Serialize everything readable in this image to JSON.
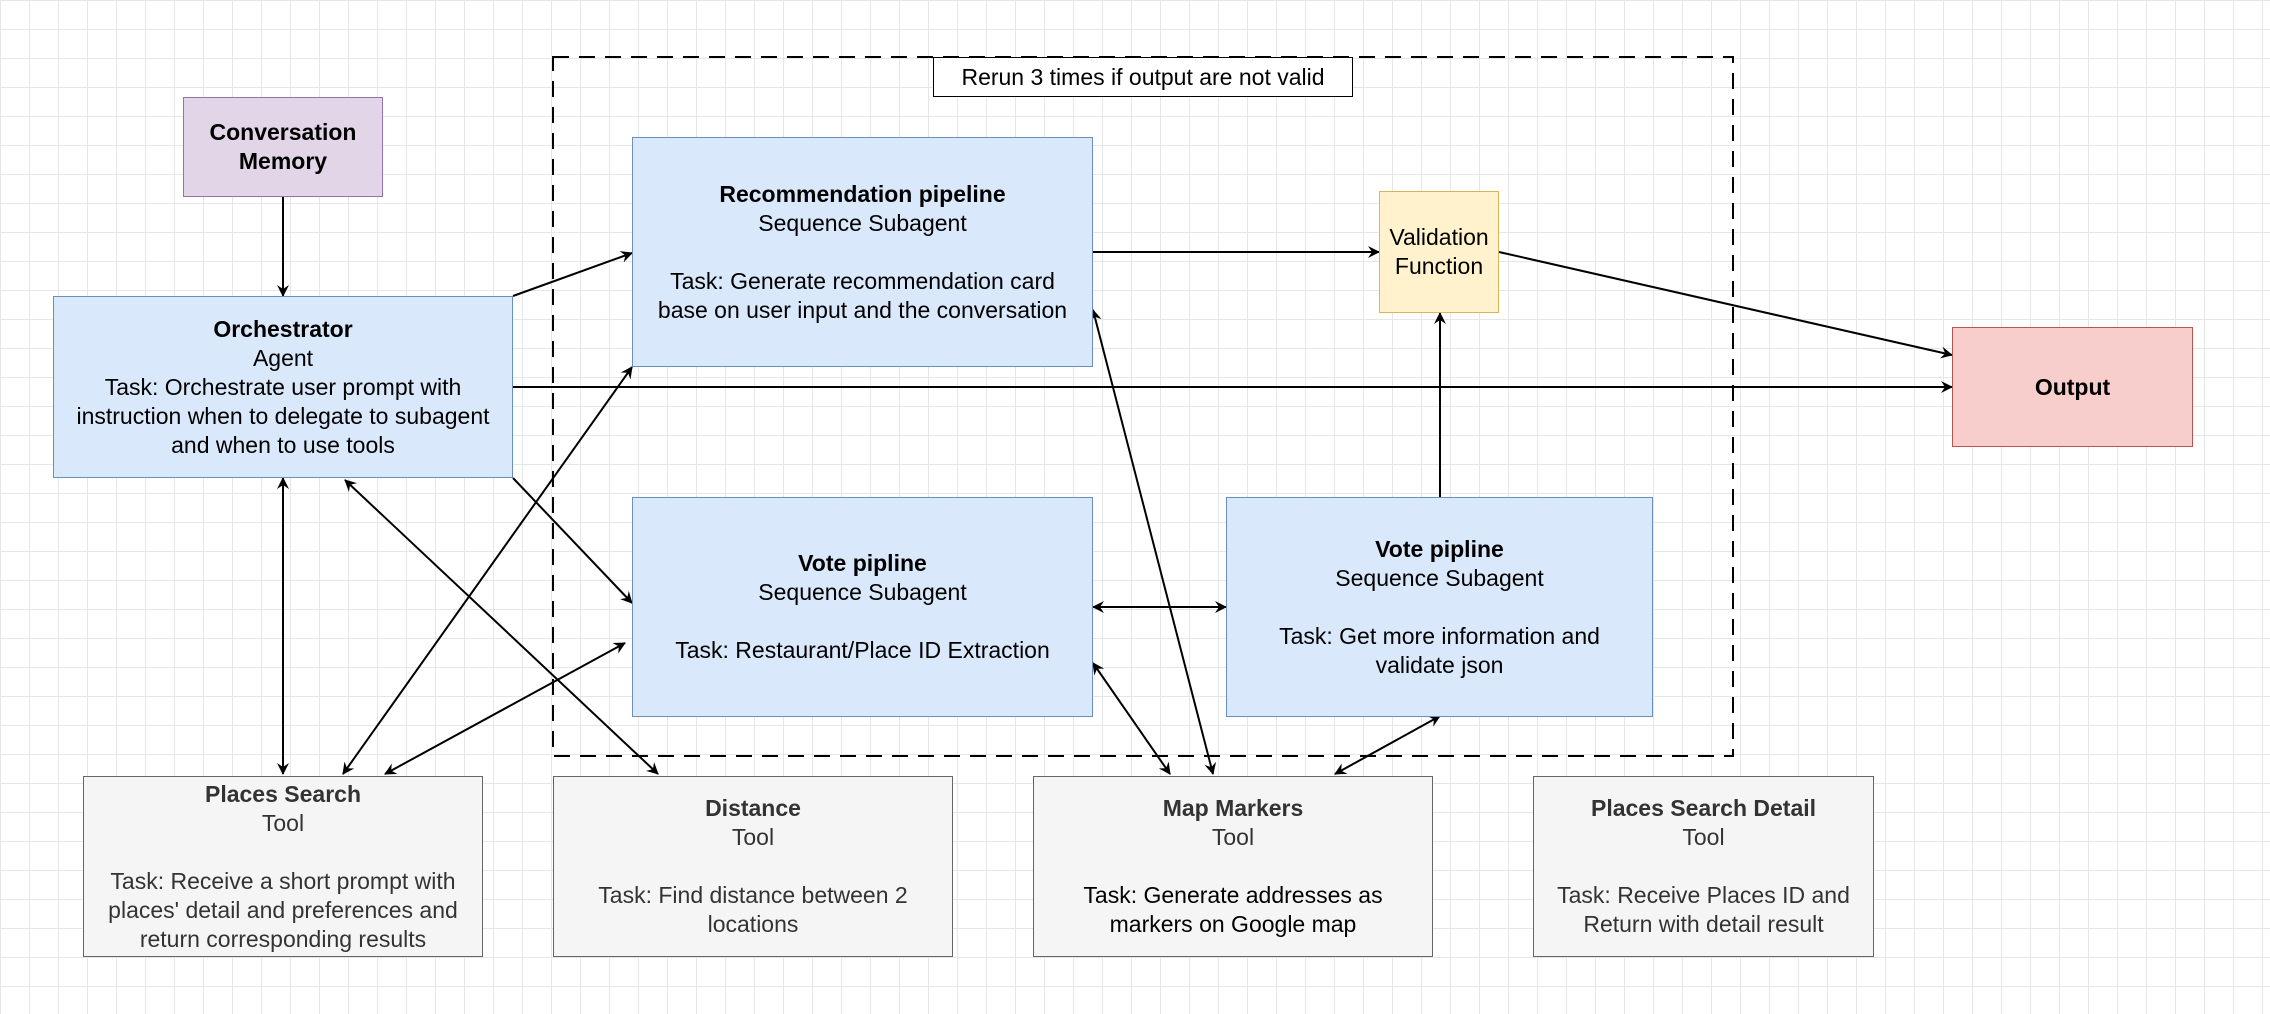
{
  "loop_label": "Rerun 3 times if output are not valid",
  "nodes": {
    "memory": {
      "title": "Conversation Memory"
    },
    "orchestrator": {
      "title": "Orchestrator",
      "kind": "Agent",
      "task": "Task: Orchestrate user prompt with instruction when to delegate to subagent and when to use tools"
    },
    "recommendation": {
      "title": "Recommendation pipeline",
      "kind": "Sequence Subagent",
      "task": "Task: Generate recommendation card base on user input and the conversation"
    },
    "validation": {
      "title": "Validation Function"
    },
    "output": {
      "title": "Output"
    },
    "vote1": {
      "title": "Vote pipline",
      "kind": "Sequence Subagent",
      "task": "Task: Restaurant/Place ID Extraction"
    },
    "vote2": {
      "title": "Vote pipline",
      "kind": "Sequence Subagent",
      "task": "Task: Get more information and validate json"
    },
    "places_search": {
      "title": "Places Search",
      "kind": "Tool",
      "task": "Task: Receive a short prompt with places' detail and preferences and return corresponding results"
    },
    "distance": {
      "title": "Distance",
      "kind": "Tool",
      "task": "Task: Find distance between 2 locations"
    },
    "map_markers": {
      "title": "Map Markers",
      "kind": "Tool",
      "task": "Task: Generate addresses as markers on Google map"
    },
    "places_detail": {
      "title": "Places Search Detail",
      "kind": "Tool",
      "task": "Task: Receive Places ID and Return with detail result"
    }
  }
}
